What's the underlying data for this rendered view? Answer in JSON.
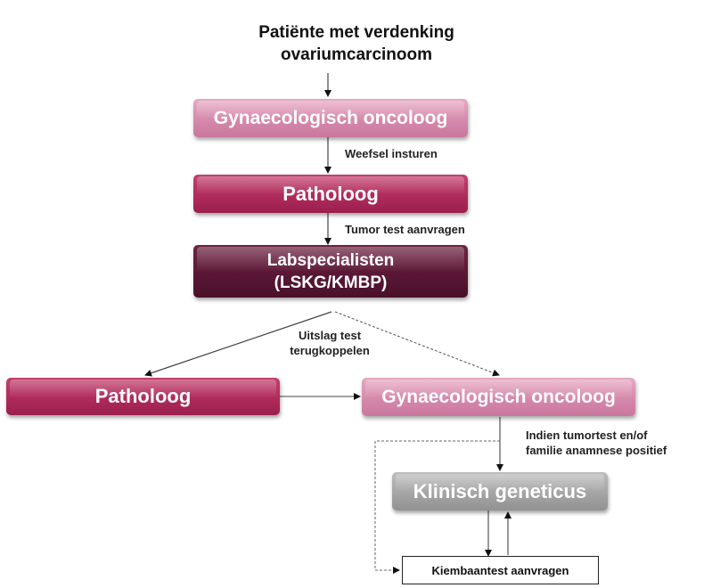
{
  "title": {
    "line1": "Patiënte met verdenking",
    "line2": "ovariumcarcinoom"
  },
  "nodes": {
    "gyn_oncoloog_top": "Gynaecologisch oncoloog",
    "patholoog_top": "Patholoog",
    "labspecialisten_line1": "Labspecialisten",
    "labspecialisten_line2": "(LSKG/KMBP)",
    "patholoog_bottom": "Patholoog",
    "gyn_oncoloog_bottom": "Gynaecologisch oncoloog",
    "klinisch_geneticus": "Klinisch geneticus",
    "kiembaantest": "Kiembaantest aanvragen"
  },
  "edge_labels": {
    "weefsel": "Weefsel insturen",
    "tumor_test": "Tumor test aanvragen",
    "uitslag_line1": "Uitslag test",
    "uitslag_line2": "terugkoppelen",
    "indien_line1": "Indien tumortest en/of",
    "indien_line2": "familie anamnese positief"
  },
  "colors": {
    "light_pink": "#d487aa",
    "dark_pink": "#ad2a5a",
    "maroon": "#581634",
    "grey": "#a3a3a3"
  }
}
